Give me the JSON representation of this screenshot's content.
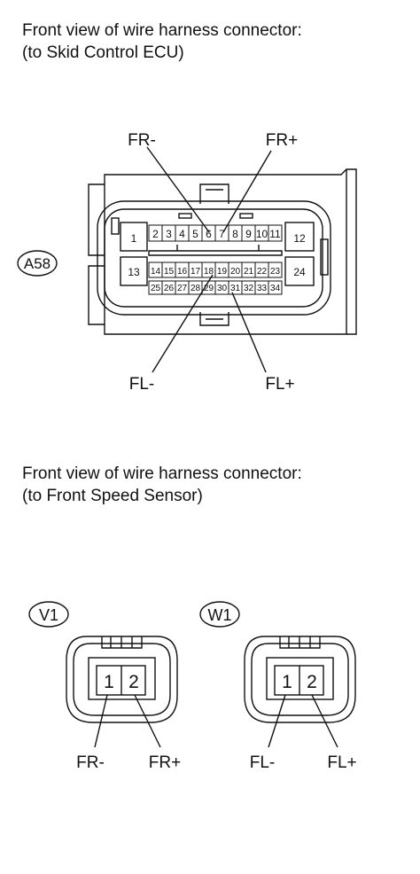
{
  "ecu_section": {
    "title": "Front view of wire harness connector:",
    "subtitle": "(to Skid Control ECU)",
    "connector_id": "A58",
    "large_pins": [
      "1",
      "12",
      "13",
      "24"
    ],
    "top_row_pins": [
      "2",
      "3",
      "4",
      "5",
      "6",
      "7",
      "8",
      "9",
      "10",
      "11"
    ],
    "mid_row_pins": [
      "14",
      "15",
      "16",
      "17",
      "18",
      "19",
      "20",
      "21",
      "22",
      "23"
    ],
    "bottom_row_pins": [
      "25",
      "26",
      "27",
      "28",
      "29",
      "30",
      "31",
      "32",
      "33",
      "34"
    ],
    "signal_labels": {
      "fr_minus": "FR-",
      "fr_plus": "FR+",
      "fl_minus": "FL-",
      "fl_plus": "FL+"
    }
  },
  "sensor_section": {
    "title": "Front view of wire harness connector:",
    "subtitle": "(to Front Speed Sensor)",
    "connectors": [
      {
        "id": "V1",
        "pins": [
          "1",
          "2"
        ],
        "labels": [
          "FR-",
          "FR+"
        ]
      },
      {
        "id": "W1",
        "pins": [
          "1",
          "2"
        ],
        "labels": [
          "FL-",
          "FL+"
        ]
      }
    ]
  }
}
